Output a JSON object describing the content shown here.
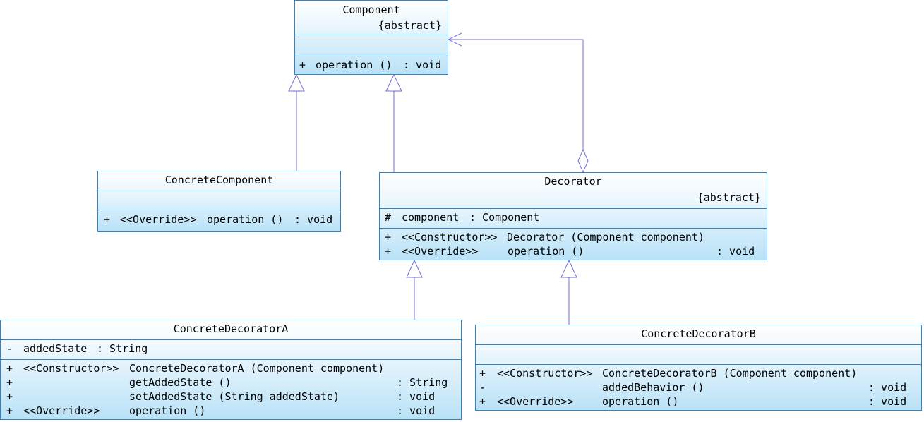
{
  "classes": {
    "component": {
      "name": "Component",
      "abstract": "{abstract}",
      "attributes": [],
      "operations": [
        {
          "vis": "+",
          "stereo": "",
          "name": "operation ()",
          "ret": ": void"
        }
      ]
    },
    "concrete_component": {
      "name": "ConcreteComponent",
      "attributes": [],
      "operations": [
        {
          "vis": "+",
          "stereo": "<<Override>>",
          "name": "operation ()",
          "ret": ": void"
        }
      ]
    },
    "decorator": {
      "name": "Decorator",
      "abstract": "{abstract}",
      "attributes": [
        {
          "vis": "#",
          "name": "component",
          "type": ": Component"
        }
      ],
      "operations": [
        {
          "vis": "+",
          "stereo": "<<Constructor>>",
          "name": "Decorator (Component component)",
          "ret": ""
        },
        {
          "vis": "+",
          "stereo": "<<Override>>",
          "name": "operation ()",
          "ret": ": void"
        }
      ]
    },
    "concrete_decorator_a": {
      "name": "ConcreteDecoratorA",
      "attributes": [
        {
          "vis": "-",
          "name": "addedState",
          "type": ": String"
        }
      ],
      "operations": [
        {
          "vis": "+",
          "stereo": "<<Constructor>>",
          "name": "ConcreteDecoratorA (Component component)",
          "ret": ""
        },
        {
          "vis": "+",
          "stereo": "",
          "name": "getAddedState ()",
          "ret": ": String"
        },
        {
          "vis": "+",
          "stereo": "",
          "name": "setAddedState (String addedState)",
          "ret": ": void"
        },
        {
          "vis": "+",
          "stereo": "<<Override>>",
          "name": "operation ()",
          "ret": ": void"
        }
      ]
    },
    "concrete_decorator_b": {
      "name": "ConcreteDecoratorB",
      "attributes": [],
      "operations": [
        {
          "vis": "+",
          "stereo": "<<Constructor>>",
          "name": "ConcreteDecoratorB (Component component)",
          "ret": ""
        },
        {
          "vis": "-",
          "stereo": "",
          "name": "addedBehavior ()",
          "ret": ": void"
        },
        {
          "vis": "+",
          "stereo": "<<Override>>",
          "name": "operation ()",
          "ret": ": void"
        }
      ]
    }
  },
  "colors": {
    "border": "#2f84c8",
    "line": "#6f6fd8",
    "fill_top": "#ffffff",
    "fill_bottom": "#b9e2f7"
  }
}
